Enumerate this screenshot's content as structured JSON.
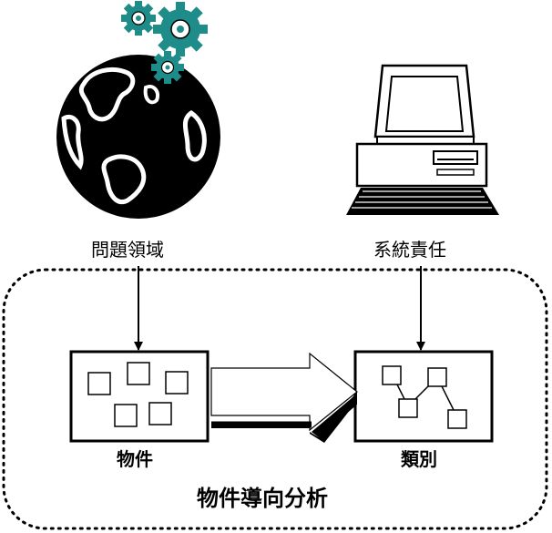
{
  "labels": {
    "problem_domain": "問題領域",
    "system_responsibility": "系統責任",
    "objects": "物件",
    "classes": "類別",
    "title": "物件導向分析"
  },
  "icons": {
    "globe": "globe-with-gears",
    "computer": "desktop-computer"
  },
  "colors": {
    "gear": "#1e8c88",
    "ink": "#000000",
    "background": "#ffffff"
  }
}
